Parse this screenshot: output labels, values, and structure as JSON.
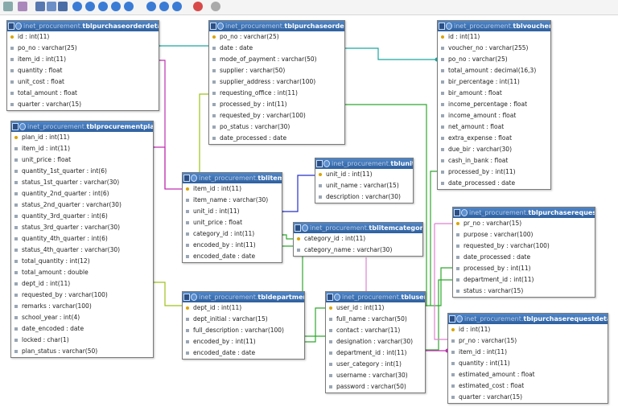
{
  "db_prefix": "inet_procurement.",
  "tables": [
    {
      "id": "tblpurchaseorderdetail",
      "name": "tblpurchaseorderdetail",
      "fields": [
        "id : int(11)",
        "po_no : varchar(25)",
        "item_id : int(11)",
        "quantity : float",
        "unit_cost : float",
        "total_amount : float",
        "quarter : varchar(15)"
      ]
    },
    {
      "id": "tblprocurementplan",
      "name": "tblprocurementplan",
      "fields": [
        "plan_id : int(11)",
        "item_id : int(11)",
        "unit_price : float",
        "quantity_1st_quarter : int(6)",
        "status_1st_quarter : varchar(30)",
        "quantity_2nd_quarter : int(6)",
        "status_2nd_quarter : varchar(30)",
        "quantity_3rd_quarter : int(6)",
        "status_3rd_quarter : varchar(30)",
        "quantity_4th_quarter : int(6)",
        "status_4th_quarter : varchar(30)",
        "total_quantity : int(12)",
        "total_amount : double",
        "dept_id : int(11)",
        "requested_by : varchar(100)",
        "remarks : varchar(100)",
        "school_year : int(4)",
        "date_encoded : date",
        "locked : char(1)",
        "plan_status : varchar(50)"
      ]
    },
    {
      "id": "tblpurchaseorder",
      "name": "tblpurchaseorder",
      "fields": [
        "po_no : varchar(25)",
        "date : date",
        "mode_of_payment : varchar(50)",
        "supplier : varchar(50)",
        "supplier_address : varchar(100)",
        "requesting_office : int(11)",
        "processed_by : int(11)",
        "requested_by : varchar(100)",
        "po_status : varchar(30)",
        "date_processed : date"
      ]
    },
    {
      "id": "tblvoucher",
      "name": "tblvoucher",
      "fields": [
        "id : int(11)",
        "voucher_no : varchar(255)",
        "po_no : varchar(25)",
        "total_amount : decimal(16,3)",
        "bir_percentage : int(11)",
        "bir_amount : float",
        "income_percentage : float",
        "income_amount : float",
        "net_amount : float",
        "extra_expense : float",
        "due_bir : varchar(30)",
        "cash_in_bank : float",
        "processed_by : int(11)",
        "date_processed : date"
      ]
    },
    {
      "id": "tblitem",
      "name": "tblitem",
      "fields": [
        "item_id : int(11)",
        "item_name : varchar(30)",
        "unit_id : int(11)",
        "unit_price : float",
        "category_id : int(11)",
        "encoded_by : int(11)",
        "encoded_date : date"
      ]
    },
    {
      "id": "tblunit",
      "name": "tblunit",
      "fields": [
        "unit_id : int(11)",
        "unit_name : varchar(15)",
        "description : varchar(30)"
      ]
    },
    {
      "id": "tblitemcategory",
      "name": "tblitemcategory",
      "fields": [
        "category_id : int(11)",
        "category_name : varchar(30)"
      ]
    },
    {
      "id": "tbldepartment",
      "name": "tbldepartment",
      "fields": [
        "dept_id : int(11)",
        "dept_initial : varchar(15)",
        "full_description : varchar(100)",
        "encoded_by : int(11)",
        "encoded_date : date"
      ]
    },
    {
      "id": "tbluser",
      "name": "tbluser",
      "fields": [
        "user_id : int(11)",
        "full_name : varchar(50)",
        "contact : varchar(11)",
        "designation : varchar(30)",
        "department_id : int(11)",
        "user_category : int(1)",
        "username : varchar(30)",
        "password : varchar(50)"
      ]
    },
    {
      "id": "tblpurchaserequest",
      "name": "tblpurchaserequest",
      "fields": [
        "pr_no : varchar(15)",
        "purpose : varchar(100)",
        "requested_by : varchar(100)",
        "date_processed : date",
        "processed_by : int(11)",
        "department_id : int(11)",
        "status : varchar(15)"
      ]
    },
    {
      "id": "tblpurchaserequestdetail",
      "name": "tblpurchaserequestdetail",
      "fields": [
        "id : int(11)",
        "pr_no : varchar(15)",
        "item_id : int(11)",
        "quantity : int(11)",
        "estimated_amount : float",
        "estimated_cost : float",
        "quarter : varchar(15)"
      ]
    }
  ],
  "relation_colors": {
    "teal": "#1aa6a0",
    "magenta": "#c02fb0",
    "blue": "#2430c8",
    "green": "#2ea82e",
    "olive": "#9dc21b",
    "pink": "#e080d0"
  }
}
